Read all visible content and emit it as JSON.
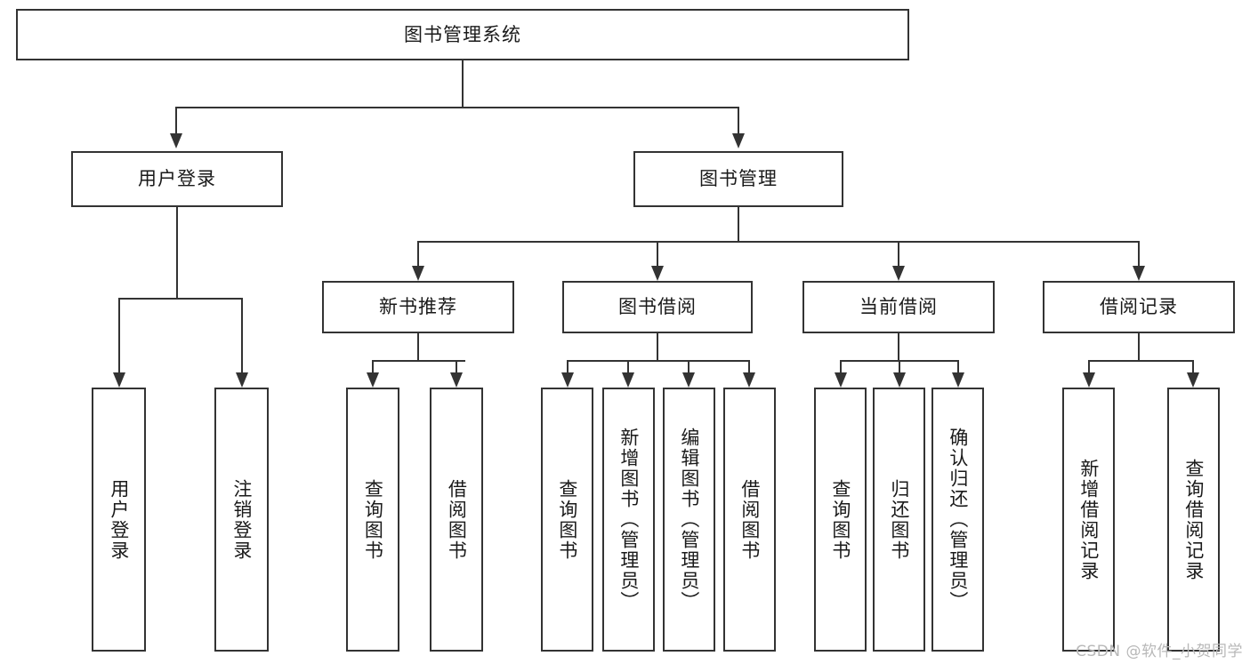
{
  "diagram": {
    "type": "tree-hierarchy-chart",
    "title": "图书管理系统",
    "root": {
      "label": "图书管理系统"
    },
    "level1": [
      {
        "label": "用户登录"
      },
      {
        "label": "图书管理"
      }
    ],
    "level2": [
      {
        "label": "新书推荐",
        "parent": "图书管理"
      },
      {
        "label": "图书借阅",
        "parent": "图书管理"
      },
      {
        "label": "当前借阅",
        "parent": "图书管理"
      },
      {
        "label": "借阅记录",
        "parent": "图书管理"
      }
    ],
    "leaves": [
      {
        "label": "用户登录",
        "parent": "用户登录"
      },
      {
        "label": "注销登录",
        "parent": "用户登录"
      },
      {
        "label": "查询图书",
        "parent": "新书推荐"
      },
      {
        "label": "借阅图书",
        "parent": "新书推荐"
      },
      {
        "label": "查询图书",
        "parent": "图书借阅"
      },
      {
        "label": "新增图书（管理员）",
        "parent": "图书借阅"
      },
      {
        "label": "编辑图书（管理员）",
        "parent": "图书借阅"
      },
      {
        "label": "借阅图书",
        "parent": "图书借阅"
      },
      {
        "label": "查询图书",
        "parent": "当前借阅"
      },
      {
        "label": "归还图书",
        "parent": "当前借阅"
      },
      {
        "label": "确认归还（管理员）",
        "parent": "当前借阅"
      },
      {
        "label": "新增借阅记录",
        "parent": "借阅记录"
      },
      {
        "label": "查询借阅记录",
        "parent": "借阅记录"
      }
    ],
    "watermark": "CSDN @软件_小贺同学",
    "colors": {
      "stroke": "#333333",
      "text": "#1a1a1a",
      "background": "#ffffff",
      "watermark": "#b8b8b8"
    }
  }
}
